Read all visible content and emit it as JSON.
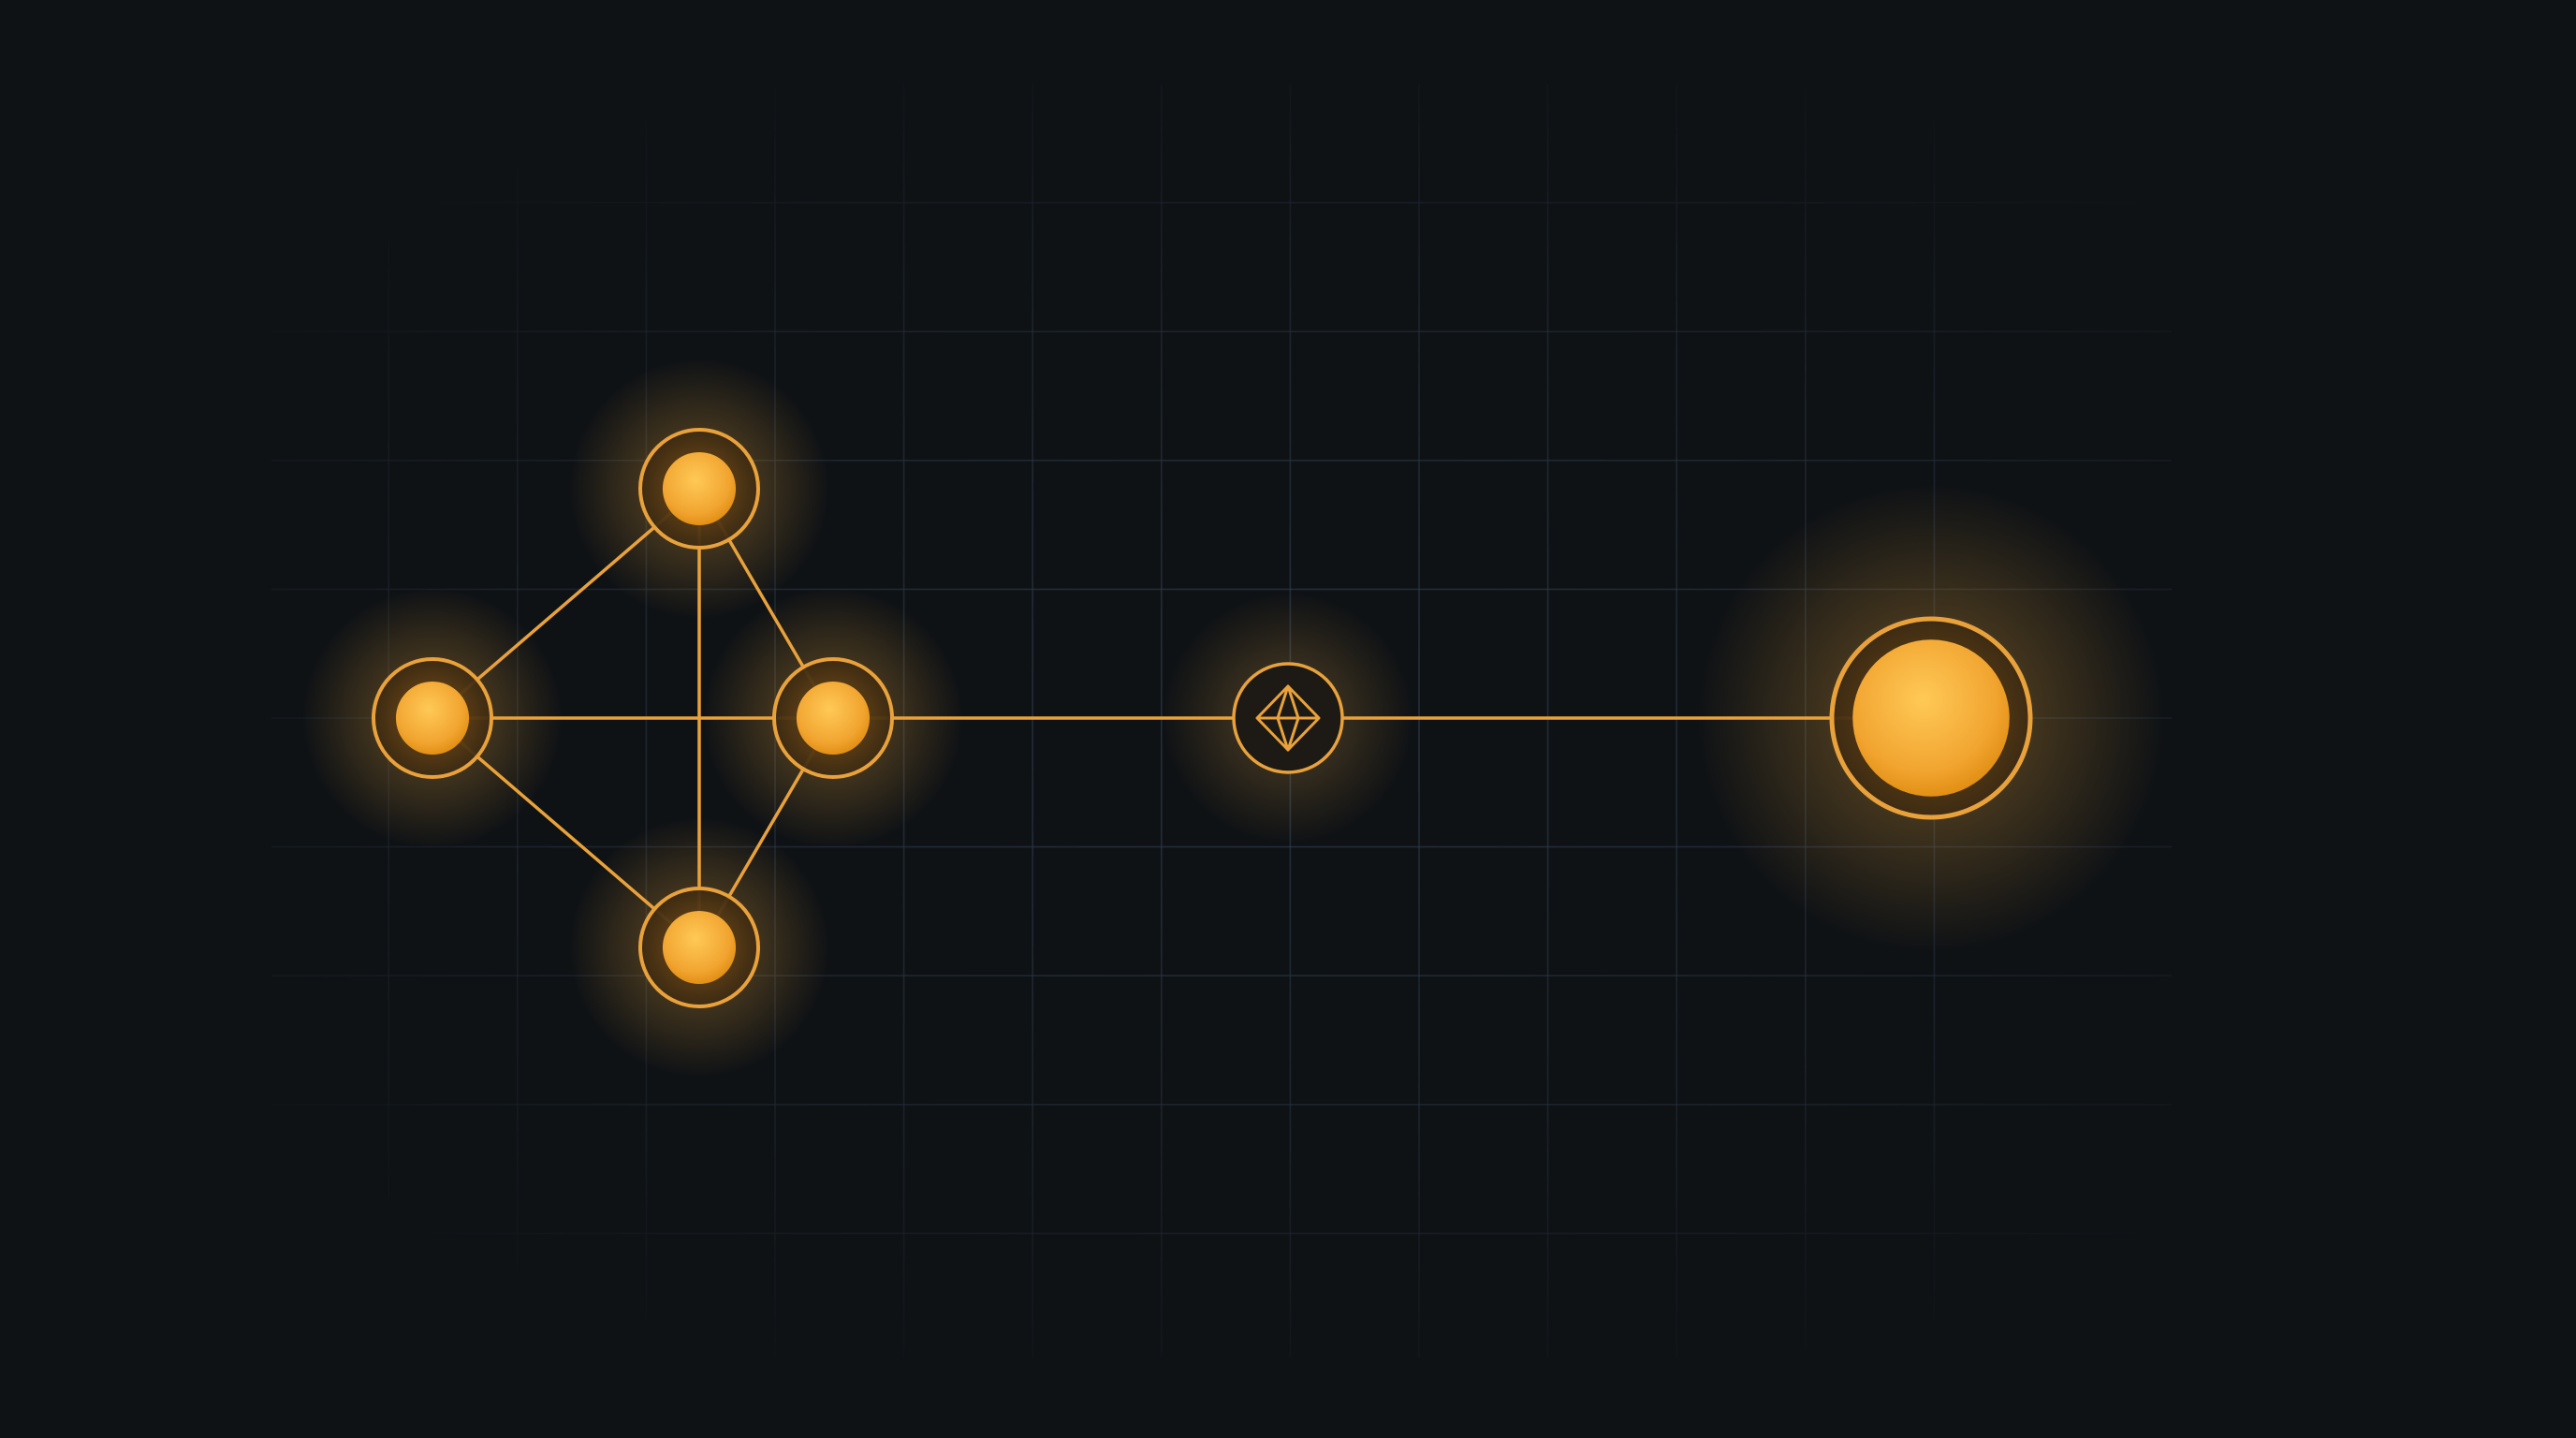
{
  "theme": {
    "background": "#0f1215",
    "grid_color": "#3a4a5e",
    "accent": "#f0a93a",
    "accent_bright": "#ffc24f",
    "accent_deep": "#e08e12",
    "line_color": "#e9a23b"
  },
  "diagram": {
    "nodes": [
      {
        "id": "left",
        "name": "node-left",
        "kind": "small-circle"
      },
      {
        "id": "top",
        "name": "node-top",
        "kind": "small-circle"
      },
      {
        "id": "bottom",
        "name": "node-bottom",
        "kind": "small-circle"
      },
      {
        "id": "right",
        "name": "node-right",
        "kind": "small-circle"
      },
      {
        "id": "hub",
        "name": "node-diamond-hub",
        "kind": "diamond-icon",
        "icon": "diamond-icon"
      },
      {
        "id": "target",
        "name": "node-target",
        "kind": "large-circle"
      }
    ],
    "edges": [
      {
        "from": "left",
        "to": "top"
      },
      {
        "from": "left",
        "to": "bottom"
      },
      {
        "from": "left",
        "to": "right"
      },
      {
        "from": "top",
        "to": "bottom"
      },
      {
        "from": "top",
        "to": "right"
      },
      {
        "from": "bottom",
        "to": "right"
      },
      {
        "from": "right",
        "to": "hub"
      },
      {
        "from": "hub",
        "to": "target"
      }
    ]
  }
}
